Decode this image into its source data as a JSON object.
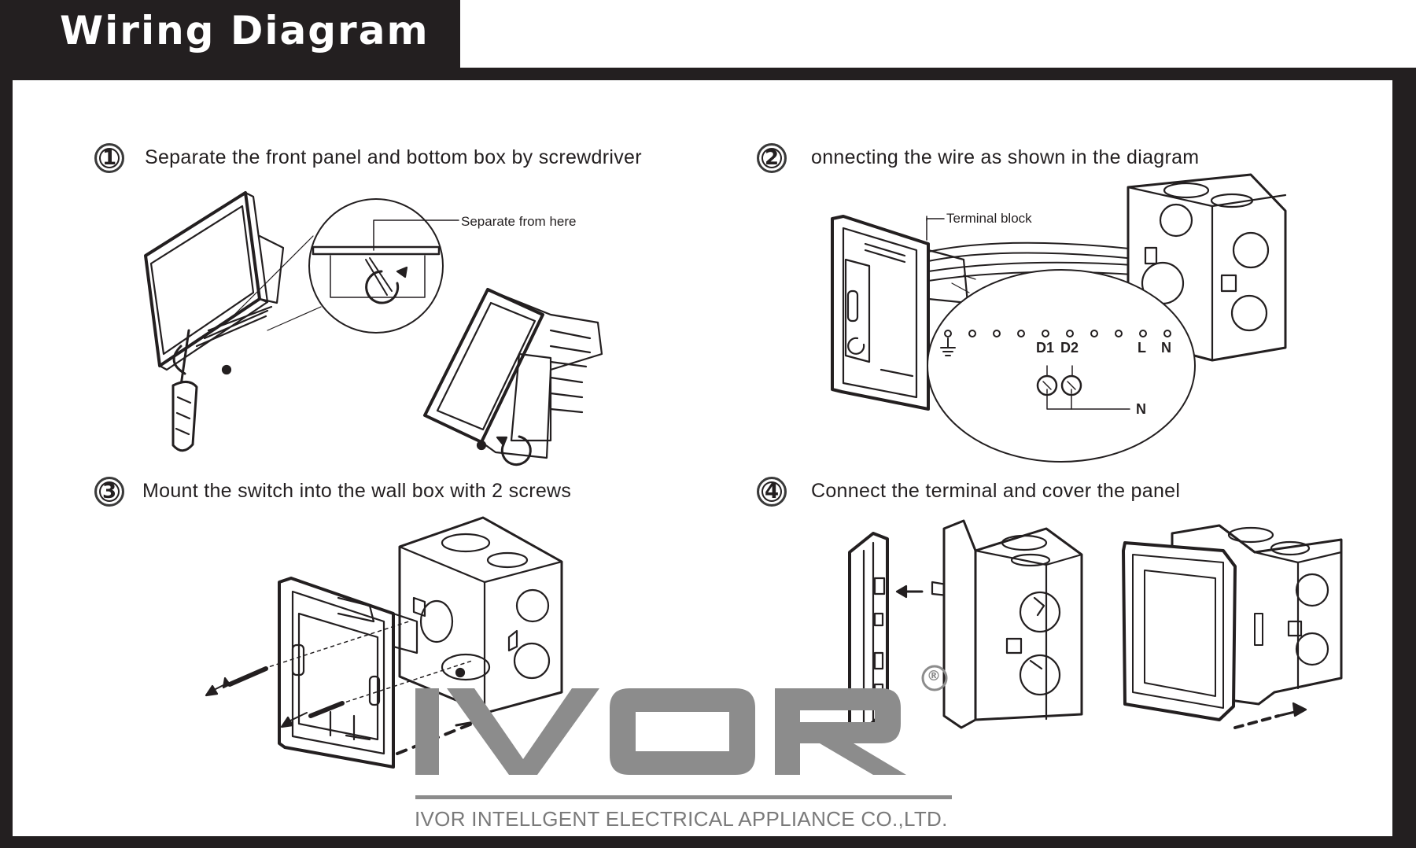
{
  "title": "Wiring Diagram",
  "steps": [
    {
      "num": "1",
      "text": "Separate the front panel and bottom box by screwdriver"
    },
    {
      "num": "2",
      "text": "onnecting the wire as shown in the diagram"
    },
    {
      "num": "3",
      "text": "Mount the switch into the wall box with 2 screws"
    },
    {
      "num": "4",
      "text": "Connect the terminal and cover the panel"
    }
  ],
  "callouts": {
    "separate": "Separate from here",
    "terminal_block": "Terminal block"
  },
  "terminals": {
    "d1": "D1",
    "d2": "D2",
    "l": "L",
    "n": "N",
    "n_bottom": "N"
  },
  "logo": {
    "text": "IVOR",
    "registered": "®",
    "company": "IVOR INTELLGENT ELECTRICAL  APPLIANCE CO.,LTD."
  },
  "colors": {
    "frame": "#231f20",
    "logo_gray": "#8c8c8c"
  }
}
